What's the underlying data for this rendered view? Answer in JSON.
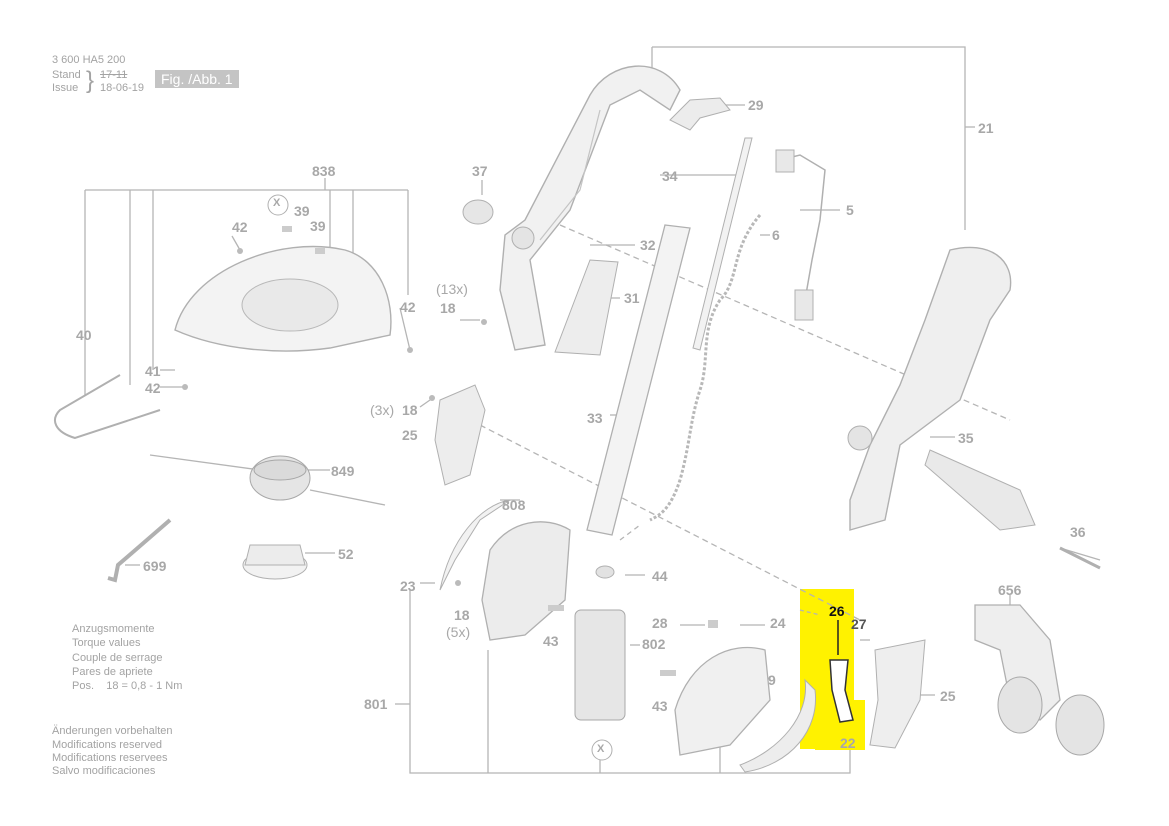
{
  "header": {
    "doc_number": "3 600 HA5 200",
    "stand_label": "Stand",
    "issue_label": "Issue",
    "stand_value": "17-11",
    "issue_value": "18-06-19",
    "figure_label": "Fig. /Abb. 1"
  },
  "torque": {
    "lines": [
      "Anzugsmomente",
      "Torque values",
      "Couple de serrage",
      "Pares de apriete",
      "Pos.    18 = 0,8 - 1 Nm"
    ]
  },
  "notice": {
    "lines": [
      "Änderungen vorbehalten",
      "Modifications reserved",
      "Modifications reservees",
      "Salvo modificaciones"
    ]
  },
  "highlight": {
    "part": "26",
    "color": "#fff200"
  },
  "callouts": {
    "p29": "29",
    "p21": "21",
    "p37": "37",
    "p838": "838",
    "p34": "34",
    "p5": "5",
    "p42a": "42",
    "p39a": "39",
    "p39b": "39",
    "x_top": "X",
    "p32": "32",
    "p6": "6",
    "p13x": "(13x)",
    "p18a": "18",
    "p31": "31",
    "p42b": "42",
    "p40": "40",
    "p41": "41",
    "p42c": "42",
    "p3x": "(3x)",
    "p18b": "18",
    "p25a": "25",
    "p33": "33",
    "p35": "35",
    "p849": "849",
    "p808": "808",
    "p36": "36",
    "p699": "699",
    "p52": "52",
    "p44": "44",
    "p656": "656",
    "p23": "23",
    "p26": "26",
    "p27": "27",
    "p28": "28",
    "p24": "24",
    "p18c": "18",
    "p5x": "(5x)",
    "p43a": "43",
    "p802": "802",
    "p9": "9",
    "p25b": "25",
    "p801": "801",
    "p43b": "43",
    "x_bottom": "X",
    "p22": "22"
  }
}
